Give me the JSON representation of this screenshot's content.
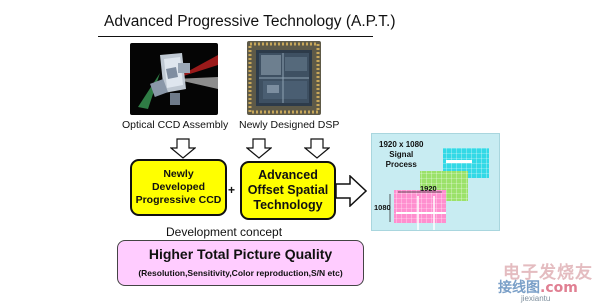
{
  "title": "Advanced Progressive Technology (A.P.T.)",
  "photos": {
    "ccd_caption": "Optical CCD Assembly",
    "dsp_caption": "Newly Designed DSP"
  },
  "boxes": {
    "ccd_lines": [
      "Newly",
      "Developed",
      "Progressive CCD"
    ],
    "plus": "+",
    "oss_lines": [
      "Advanced",
      "Offset Spatial",
      "Technology"
    ]
  },
  "signal_panel": {
    "label_lines": [
      "1920 x 1080",
      "Signal",
      "Process"
    ],
    "width_label": "1920",
    "height_label": "1080",
    "colors": {
      "panel": "#c8ecf2",
      "cyan_grid": "#33d9e6",
      "green_grid": "#88dd55",
      "pink_grid": "#ff7fc6"
    }
  },
  "concept": "Development concept",
  "quality": {
    "title": "Higher Total Picture Quality",
    "subtitle": "(Resolution,Sensitivity,Color reproduction,S/N etc)"
  },
  "watermark": {
    "chinese": "电子发烧友",
    "site_prefix": "接线图",
    "site_suffix": ".com",
    "url": "jiexiantu"
  },
  "colors": {
    "yellow_box": "#ffff00",
    "quality_box": "#ffccff"
  }
}
